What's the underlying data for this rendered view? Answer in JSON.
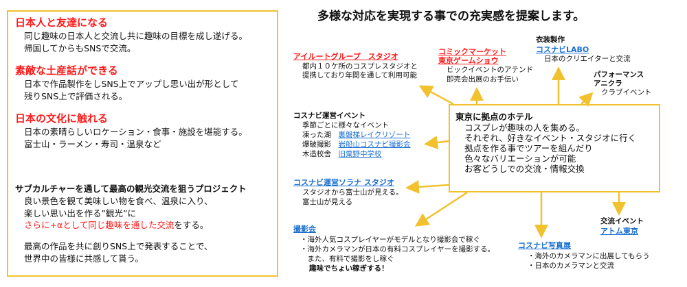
{
  "left_panel": {
    "sections": [
      {
        "title": "日本人と友達になる",
        "lines": [
          "同じ趣味の日本人と交流し共に趣味の目標を成し遂げる。",
          "帰国してからもSNSで交流。"
        ]
      },
      {
        "title": "素敵な土産話ができる",
        "lines": [
          "日本で作品製作をしSNS上でアップし思い出が形として",
          "残りSNS上で評価される。"
        ]
      },
      {
        "title": "日本の文化に触れる",
        "lines": [
          "日本の素晴らしいロケーション・食事・施設を堪能する。",
          "富士山・ラーメン・寿司・温泉など"
        ]
      }
    ],
    "project": {
      "title": "サブカルチャーを通して最高の観光交流を狙うプロジェクト",
      "line1": "良い景色を観て美味しい物を食べ、温泉に入り、",
      "line2": "楽しい思い出を作る”観光”に",
      "line3_red": "さらに+αとして同じ趣味を通した交流",
      "line3_rest": "をする。",
      "line4": "最高の作品を共に創りSNS上で発表することで、",
      "line5": "世界中の皆様に共感して貰う。"
    }
  },
  "main_title": "多様な対応を実現する事での充実感を提案します。",
  "hub": {
    "title": "東京に拠点のホテル",
    "lines": [
      "コスプレが趣味の人を集める。",
      "それぞれ、好きなイベント・スタジオに行く",
      "拠点を作る事でツアーを組んだり",
      "色々なバリエーションが可能",
      "お客どうしでの交流・情報交換"
    ]
  },
  "nodes": {
    "airlute": {
      "title": "アイルートグループ　スタジオ",
      "lines": [
        "都内１０ケ所のコスプレスタジオと",
        "提携しており年間を通して利用可能"
      ]
    },
    "comic": {
      "title1": "コミックマーケット",
      "title2": "東京ゲームショウ",
      "lines": [
        "ビックイベントのアテンド",
        "即売会出展のお手伝い"
      ]
    },
    "costume": {
      "label": "衣装製作",
      "title": "コスナビLABO",
      "line": "日本のクリエイターと交流"
    },
    "performance": {
      "label": "パフォーマンス",
      "title": "アニクラ",
      "line": "クラブイベント"
    },
    "events": {
      "title": "コスナビ運営イベント",
      "line1": "季節ごとに様々なイベント",
      "rows": [
        {
          "k": "凍った湖",
          "v": "裏磐梯レイクリゾート"
        },
        {
          "k": "爆破撮影",
          "v": "岩船山コスナビ撮影会"
        },
        {
          "k": "木造校舎",
          "v": "旧粟野中学校"
        }
      ]
    },
    "solana": {
      "title": "コスナビ運営ソラナ スタジオ",
      "lines": [
        "スタジオから富士山が見える。",
        "富士山が見える"
      ]
    },
    "shoot": {
      "title": "撮影会",
      "lines": [
        "・海外人気コスプレイヤーがモデルとなり撮影会で稼ぐ",
        "・海外カメラマンが日本の有料コスプレイヤーを撮影する。",
        "　また、有料で撮影をし稼ぐ"
      ],
      "bold": "趣味でちょい稼ぎする！"
    },
    "photo": {
      "title": "コスナビ写真展",
      "lines": [
        "・海外のカメラマンに出展してもらう",
        "・日本のカメラマンと交流"
      ]
    },
    "exchange": {
      "label": "交流イベント",
      "title": "アトム東京"
    }
  },
  "colors": {
    "accent": "#f2c12e",
    "red": "#ff1a1a",
    "link": "#1a6fd0"
  }
}
